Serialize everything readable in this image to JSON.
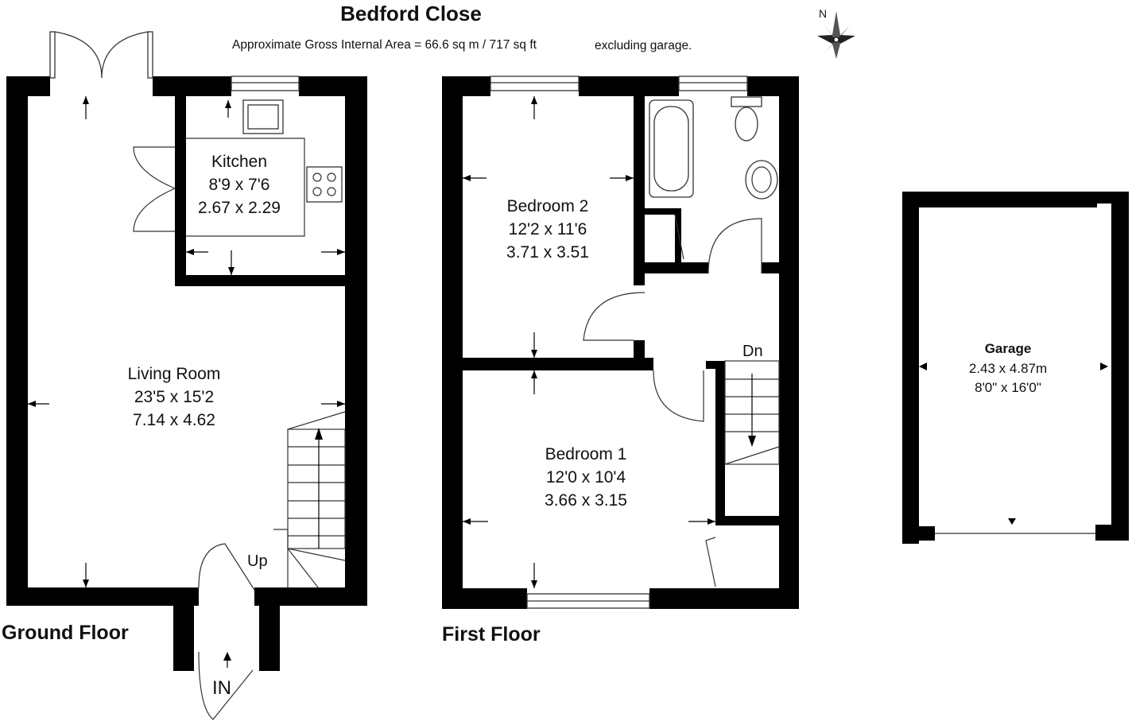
{
  "header": {
    "title": "Bedford Close",
    "area_text": "Approximate Gross Internal Area = 66.6 sq m / 717 sq ft",
    "area_suffix": "excluding garage.",
    "compass_label": "N"
  },
  "floors": {
    "ground": "Ground Floor",
    "first": "First Floor"
  },
  "rooms": {
    "kitchen": {
      "name": "Kitchen",
      "imperial": "8'9 x 7'6",
      "metric": "2.67 x 2.29"
    },
    "living": {
      "name": "Living Room",
      "imperial": "23'5 x 15'2",
      "metric": "7.14 x 4.62"
    },
    "bedroom2": {
      "name": "Bedroom 2",
      "imperial": "12'2 x 11'6",
      "metric": "3.71 x 3.51"
    },
    "bedroom1": {
      "name": "Bedroom 1",
      "imperial": "12'0 x 10'4",
      "metric": "3.66 x 3.15"
    },
    "garage": {
      "name": "Garage",
      "metric": "2.43 x 4.87m",
      "imperial": "8'0\" x 16'0\""
    }
  },
  "labels": {
    "up": "Up",
    "down": "Dn",
    "entrance": "IN"
  },
  "colors": {
    "wall": "#000000",
    "line": "#333333",
    "background": "#ffffff"
  }
}
